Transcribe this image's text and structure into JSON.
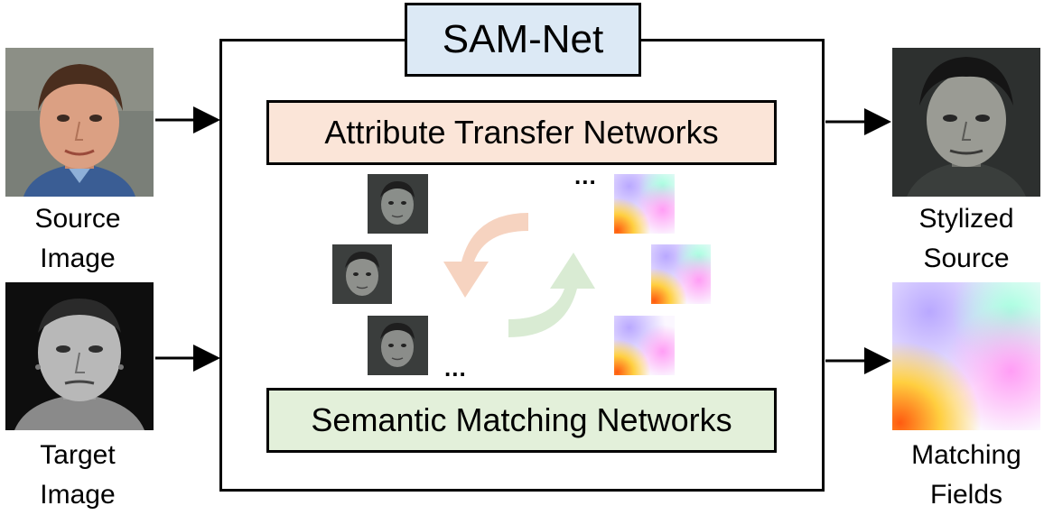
{
  "title": "SAM-Net",
  "attribute_networks": "Attribute Transfer Networks",
  "semantic_networks": "Semantic Matching Networks",
  "inputs": {
    "source_caption": [
      "Source",
      "Image"
    ],
    "target_caption": [
      "Target",
      "Image"
    ]
  },
  "outputs": {
    "stylized_caption": [
      "Stylized",
      "Source"
    ],
    "fields_caption": [
      "Matching",
      "Fields"
    ]
  },
  "ellipsis_top": "...",
  "ellipsis_bottom": "...",
  "colors": {
    "title_fill": "#dce9f5",
    "attribute_fill": "#fbe5d8",
    "semantic_fill": "#e3f0da",
    "cycle_orange": "#f6d3c0",
    "cycle_green": "#d9ebd3"
  }
}
